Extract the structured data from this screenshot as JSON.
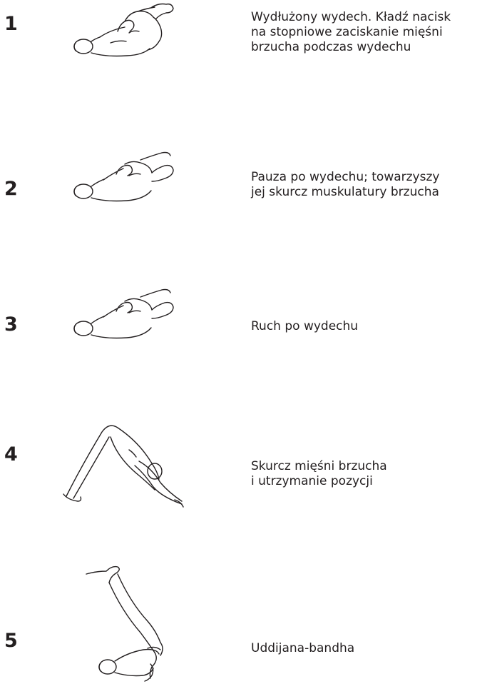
{
  "steps": [
    {
      "number": "1",
      "lines": [
        "Wydłużony wydech. Kładź nacisk",
        "na stopniowe zaciskanie mięśni",
        "brzucha podczas wydechu"
      ],
      "illustration": "lying-knees-to-chest-figure"
    },
    {
      "number": "2",
      "lines": [
        "Pauza po wydechu; towarzyszy",
        "jej skurcz muskulatury brzucha"
      ],
      "illustration": "lying-knees-to-chest-figure"
    },
    {
      "number": "3",
      "lines": [
        "Ruch po wydechu"
      ],
      "illustration": "lying-knees-to-chest-figure"
    },
    {
      "number": "4",
      "lines": [
        "Skurcz mięśni brzucha",
        "i utrzymanie pozycji"
      ],
      "illustration": "downward-dog-figure"
    },
    {
      "number": "5",
      "lines": [
        "Uddijana-bandha"
      ],
      "illustration": "shoulder-stand-figure"
    }
  ]
}
